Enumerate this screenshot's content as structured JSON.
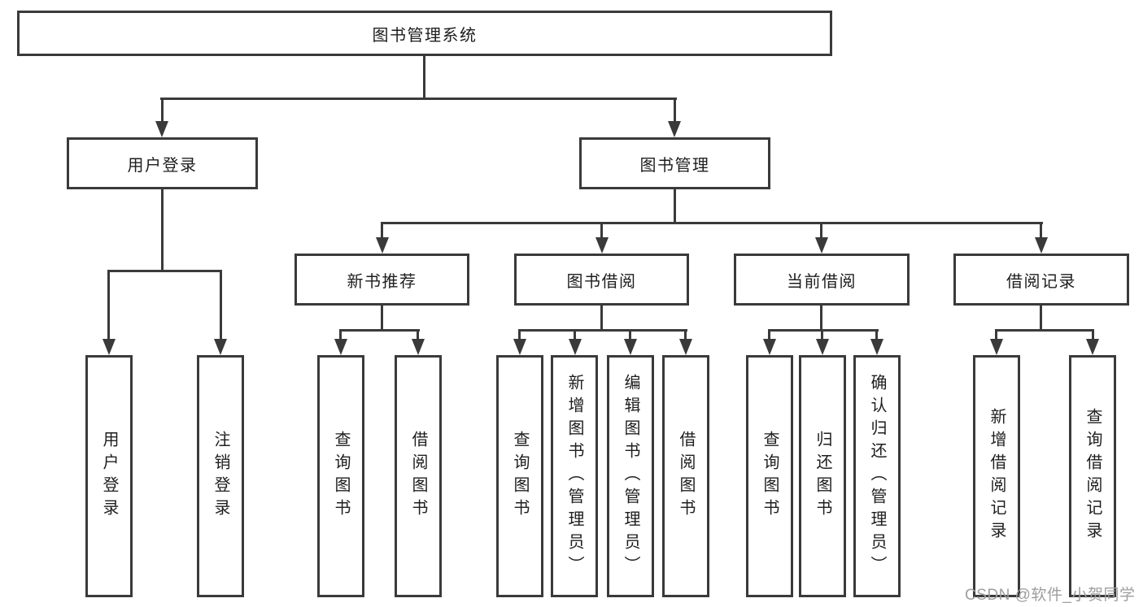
{
  "diagram": {
    "root": {
      "label": "图书管理系统"
    },
    "level2": [
      {
        "id": "user-login",
        "label": "用户登录"
      },
      {
        "id": "book-management",
        "label": "图书管理"
      }
    ],
    "level3": [
      {
        "id": "new-book-recommendation",
        "label": "新书推荐",
        "parent": "图书管理"
      },
      {
        "id": "book-borrowing",
        "label": "图书借阅",
        "parent": "图书管理"
      },
      {
        "id": "current-borrowing",
        "label": "当前借阅",
        "parent": "图书管理"
      },
      {
        "id": "borrowing-records",
        "label": "借阅记录",
        "parent": "图书管理"
      }
    ],
    "leaves": [
      {
        "label": "用户登录",
        "parent": "用户登录"
      },
      {
        "label": "注销登录",
        "parent": "用户登录"
      },
      {
        "label": "查询图书",
        "parent": "新书推荐"
      },
      {
        "label": "借阅图书",
        "parent": "新书推荐"
      },
      {
        "label": "查询图书",
        "parent": "图书借阅"
      },
      {
        "label": "新增图书（管理员）",
        "parent": "图书借阅"
      },
      {
        "label": "编辑图书（管理员）",
        "parent": "图书借阅"
      },
      {
        "label": "借阅图书",
        "parent": "图书借阅"
      },
      {
        "label": "查询图书",
        "parent": "当前借阅"
      },
      {
        "label": "归还图书",
        "parent": "当前借阅"
      },
      {
        "label": "确认归还（管理员）",
        "parent": "当前借阅"
      },
      {
        "label": "新增借阅记录",
        "parent": "借阅记录"
      },
      {
        "label": "查询借阅记录",
        "parent": "借阅记录"
      }
    ],
    "watermark": "CSDN @软件_小贺同学",
    "colors": {
      "line": "#3a3a3a",
      "text": "#1e1e1e",
      "watermark": "#9e9e9e",
      "background": "#ffffff"
    }
  }
}
